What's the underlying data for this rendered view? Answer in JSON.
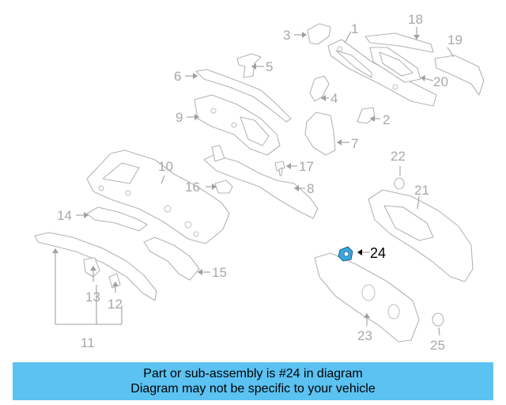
{
  "callouts": [
    "1",
    "2",
    "3",
    "4",
    "5",
    "6",
    "7",
    "8",
    "9",
    "10",
    "11",
    "12",
    "13",
    "14",
    "15",
    "16",
    "17",
    "18",
    "19",
    "20",
    "21",
    "22",
    "23",
    "24",
    "25"
  ],
  "highlighted_part": "24",
  "caption": {
    "line1": "Part or sub-assembly is #24 in diagram",
    "line2": "Diagram may not be specific to your vehicle"
  },
  "colors": {
    "caption_bg": "#5bc2f2",
    "highlight_part": "#3aa6e0",
    "line_art": "#b4b4b4"
  }
}
